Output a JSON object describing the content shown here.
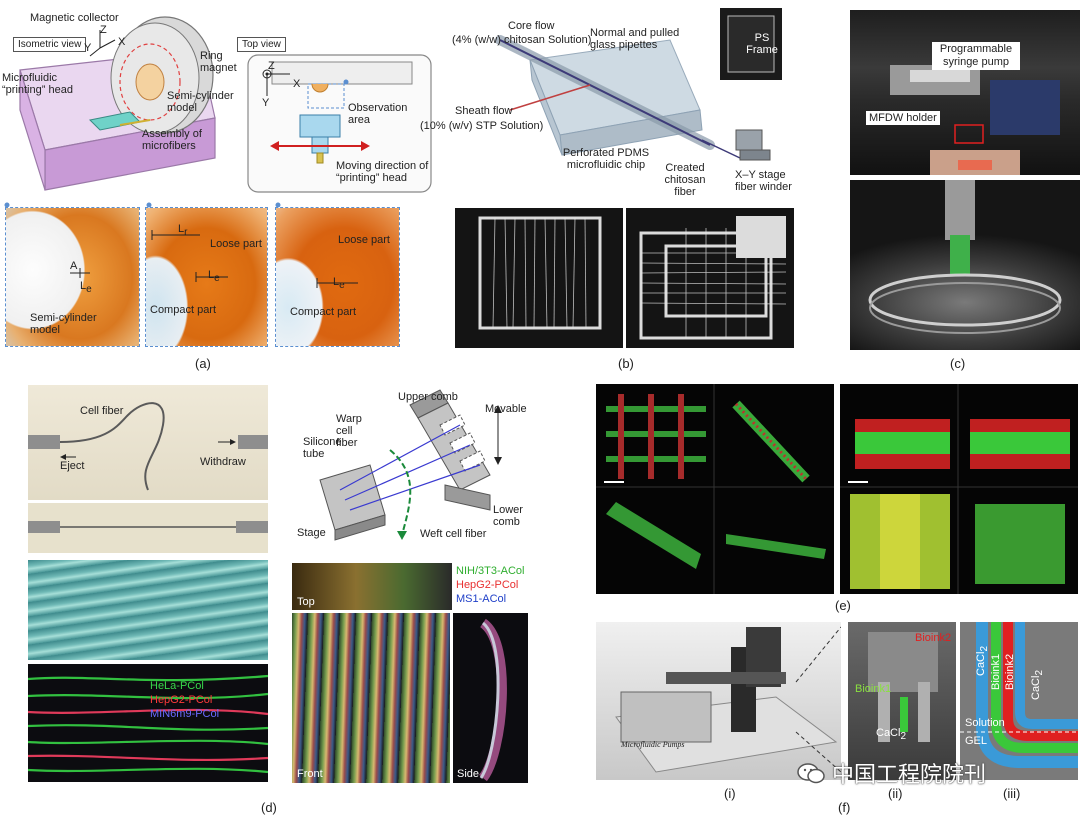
{
  "a": {
    "magnetic_collector": "Magnetic collector",
    "isometric_view": "Isometric view",
    "top_view": "Top view",
    "ring_magnet": "Ring magnet",
    "printing_head": "Microfluidic “printing” head",
    "semi_cylinder_model": "Semi-cylinder model",
    "assembly": "Assembly of microfibers",
    "observation_area": "Observation area",
    "moving_direction": "Moving direction of “printing” head",
    "axes": {
      "x": "X",
      "y": "Y",
      "z": "Z"
    },
    "photo1": {
      "a": "A",
      "le": "L",
      "sub": "e",
      "model": "Semi-cylinder model"
    },
    "photo2": {
      "lr": "L",
      "lr_sub": "r",
      "loose": "Loose part",
      "compact": "Compact part",
      "le": "L",
      "le_sub": "e"
    },
    "photo3": {
      "loose": "Loose part",
      "compact": "Compact part",
      "le": "L",
      "le_sub": "e"
    },
    "caption": "(a)"
  },
  "b": {
    "core_flow": "Core flow",
    "core_flow_conc": "(4% (w/w) chitosan Solution)",
    "pipettes": "Normal and pulled glass pipettes",
    "ps_frame": "PS Frame",
    "sheath_flow": "Sheath flow",
    "sheath_conc": "(10% (w/v) STP Solution)",
    "pdms": "Perforated PDMS microfluidic chip",
    "created": "Created chitosan fiber",
    "stage": "X–Y stage fiber winder",
    "caption": "(b)"
  },
  "c": {
    "pump": "Programmable syringe pump",
    "holder": "MFDW holder",
    "caption": "(c)"
  },
  "d": {
    "cell_fiber": "Cell fiber",
    "eject": "Eject",
    "withdraw": "Withdraw",
    "legend1": [
      "HeLa-PCol",
      "HepG2-PCol",
      "MIN6m9-PCol"
    ],
    "legend1_colors": [
      "#38d84a",
      "#ff3b3b",
      "#6a6aff"
    ],
    "upper_comb": "Upper comb",
    "movable": "Movable",
    "warp": "Warp cell fiber",
    "silicone": "Silicone tube",
    "stage": "Stage",
    "lower_comb": "Lower comb",
    "weft": "Weft cell fiber",
    "legend2": [
      "NIH/3T3-ACol",
      "HepG2-PCol",
      "MS1-ACol"
    ],
    "legend2_colors": [
      "#2fae2f",
      "#e83030",
      "#2040c8"
    ],
    "views": {
      "top": "Top",
      "front": "Front",
      "side": "Side"
    },
    "caption": "(d)"
  },
  "e": {
    "caption": "(e)"
  },
  "f": {
    "pumps": "Microfluidic Pumps",
    "bioink2": "Bioink2",
    "bioink1": "Bioink1",
    "cacl2": "CaCl",
    "cacl2_sub": "2",
    "solution": "Solution",
    "gel": "GEL",
    "caption_i": "(i)",
    "caption": "(f)",
    "caption_ii": "(ii)",
    "caption_iii": "(iii)"
  },
  "watermark": "中国工程院院刊"
}
